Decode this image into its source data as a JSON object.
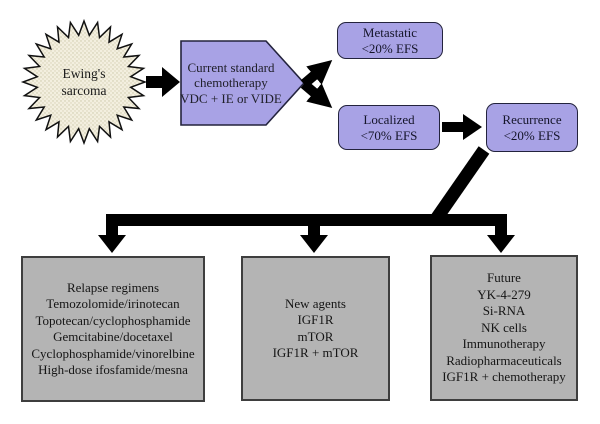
{
  "figure": {
    "type": "flowchart",
    "subject": "Ewing's sarcoma treatment pathway",
    "nodes": {
      "sarcoma": {
        "lines": [
          "Ewing's",
          "sarcoma"
        ]
      },
      "chemo": {
        "lines": [
          "Current standard",
          "chemotherapy",
          "VDC + IE or VIDE"
        ]
      },
      "metastatic": {
        "lines": [
          "Metastatic",
          "<20% EFS"
        ]
      },
      "localized": {
        "lines": [
          "Localized",
          "<70% EFS"
        ]
      },
      "recurrence": {
        "lines": [
          "Recurrence",
          "<20% EFS"
        ]
      },
      "relapse": {
        "lines": [
          "Relapse regimens",
          "Temozolomide/irinotecan",
          "Topotecan/cyclophosphamide",
          "Gemcitabine/docetaxel",
          "Cyclophosphamide/vinorelbine",
          "High-dose ifosfamide/mesna"
        ]
      },
      "new_agents": {
        "lines": [
          "New agents",
          "IGF1R",
          "mTOR",
          "IGF1R + mTOR"
        ]
      },
      "future": {
        "lines": [
          "Future",
          "YK-4-279",
          "Si-RNA",
          "NK cells",
          "Immunotherapy",
          "Radiopharmaceuticals",
          "IGF1R + chemotherapy"
        ]
      }
    },
    "colors": {
      "node_fill_purple": "#a8a2e5",
      "node_border": "#23233d",
      "gray_box_fill": "#b4b4b4",
      "gray_box_border": "#3e3e3e",
      "starburst_fill": "#f3efdf",
      "starburst_dot": "#ccc6a8",
      "arrow_color": "#000000",
      "background": "#ffffff"
    }
  }
}
